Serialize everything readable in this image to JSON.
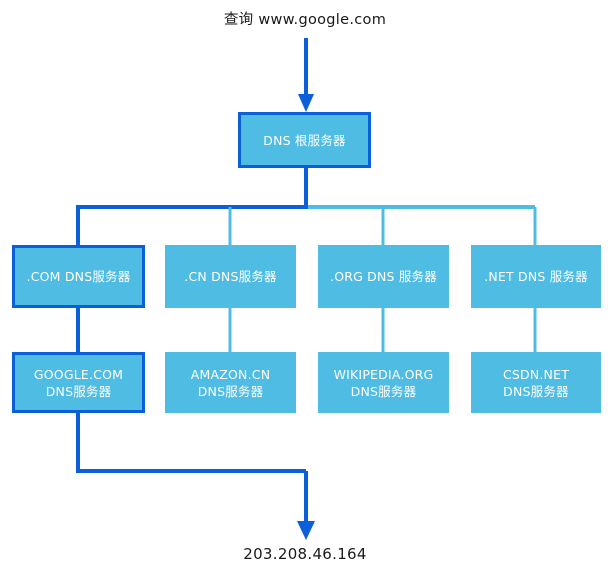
{
  "diagram": {
    "title_caption": "查询 www.google.com",
    "result_caption": "203.208.46.164",
    "colors": {
      "node_fill": "#4FBCE3",
      "highlight_stroke": "#0B5FD8",
      "normal_stroke": "#4FBCE3",
      "node_text": "#ffffff",
      "caption_text": "#1a1a1a"
    },
    "root": {
      "label": "DNS 根服务器",
      "highlighted": true
    },
    "tld_nodes": [
      {
        "label": ".COM DNS服务器",
        "highlighted": true
      },
      {
        "label": ".CN DNS服务器",
        "highlighted": false
      },
      {
        "label": ".ORG DNS 服务器",
        "highlighted": false
      },
      {
        "label": ".NET DNS 服务器",
        "highlighted": false
      }
    ],
    "authoritative_nodes": [
      {
        "label": "GOOGLE.COM\nDNS服务器",
        "highlighted": true
      },
      {
        "label": "AMAZON.CN\nDNS服务器",
        "highlighted": false
      },
      {
        "label": "WIKIPEDIA.ORG\nDNS服务器",
        "highlighted": false
      },
      {
        "label": "CSDN.NET\nDNS服务器",
        "highlighted": false
      }
    ]
  }
}
